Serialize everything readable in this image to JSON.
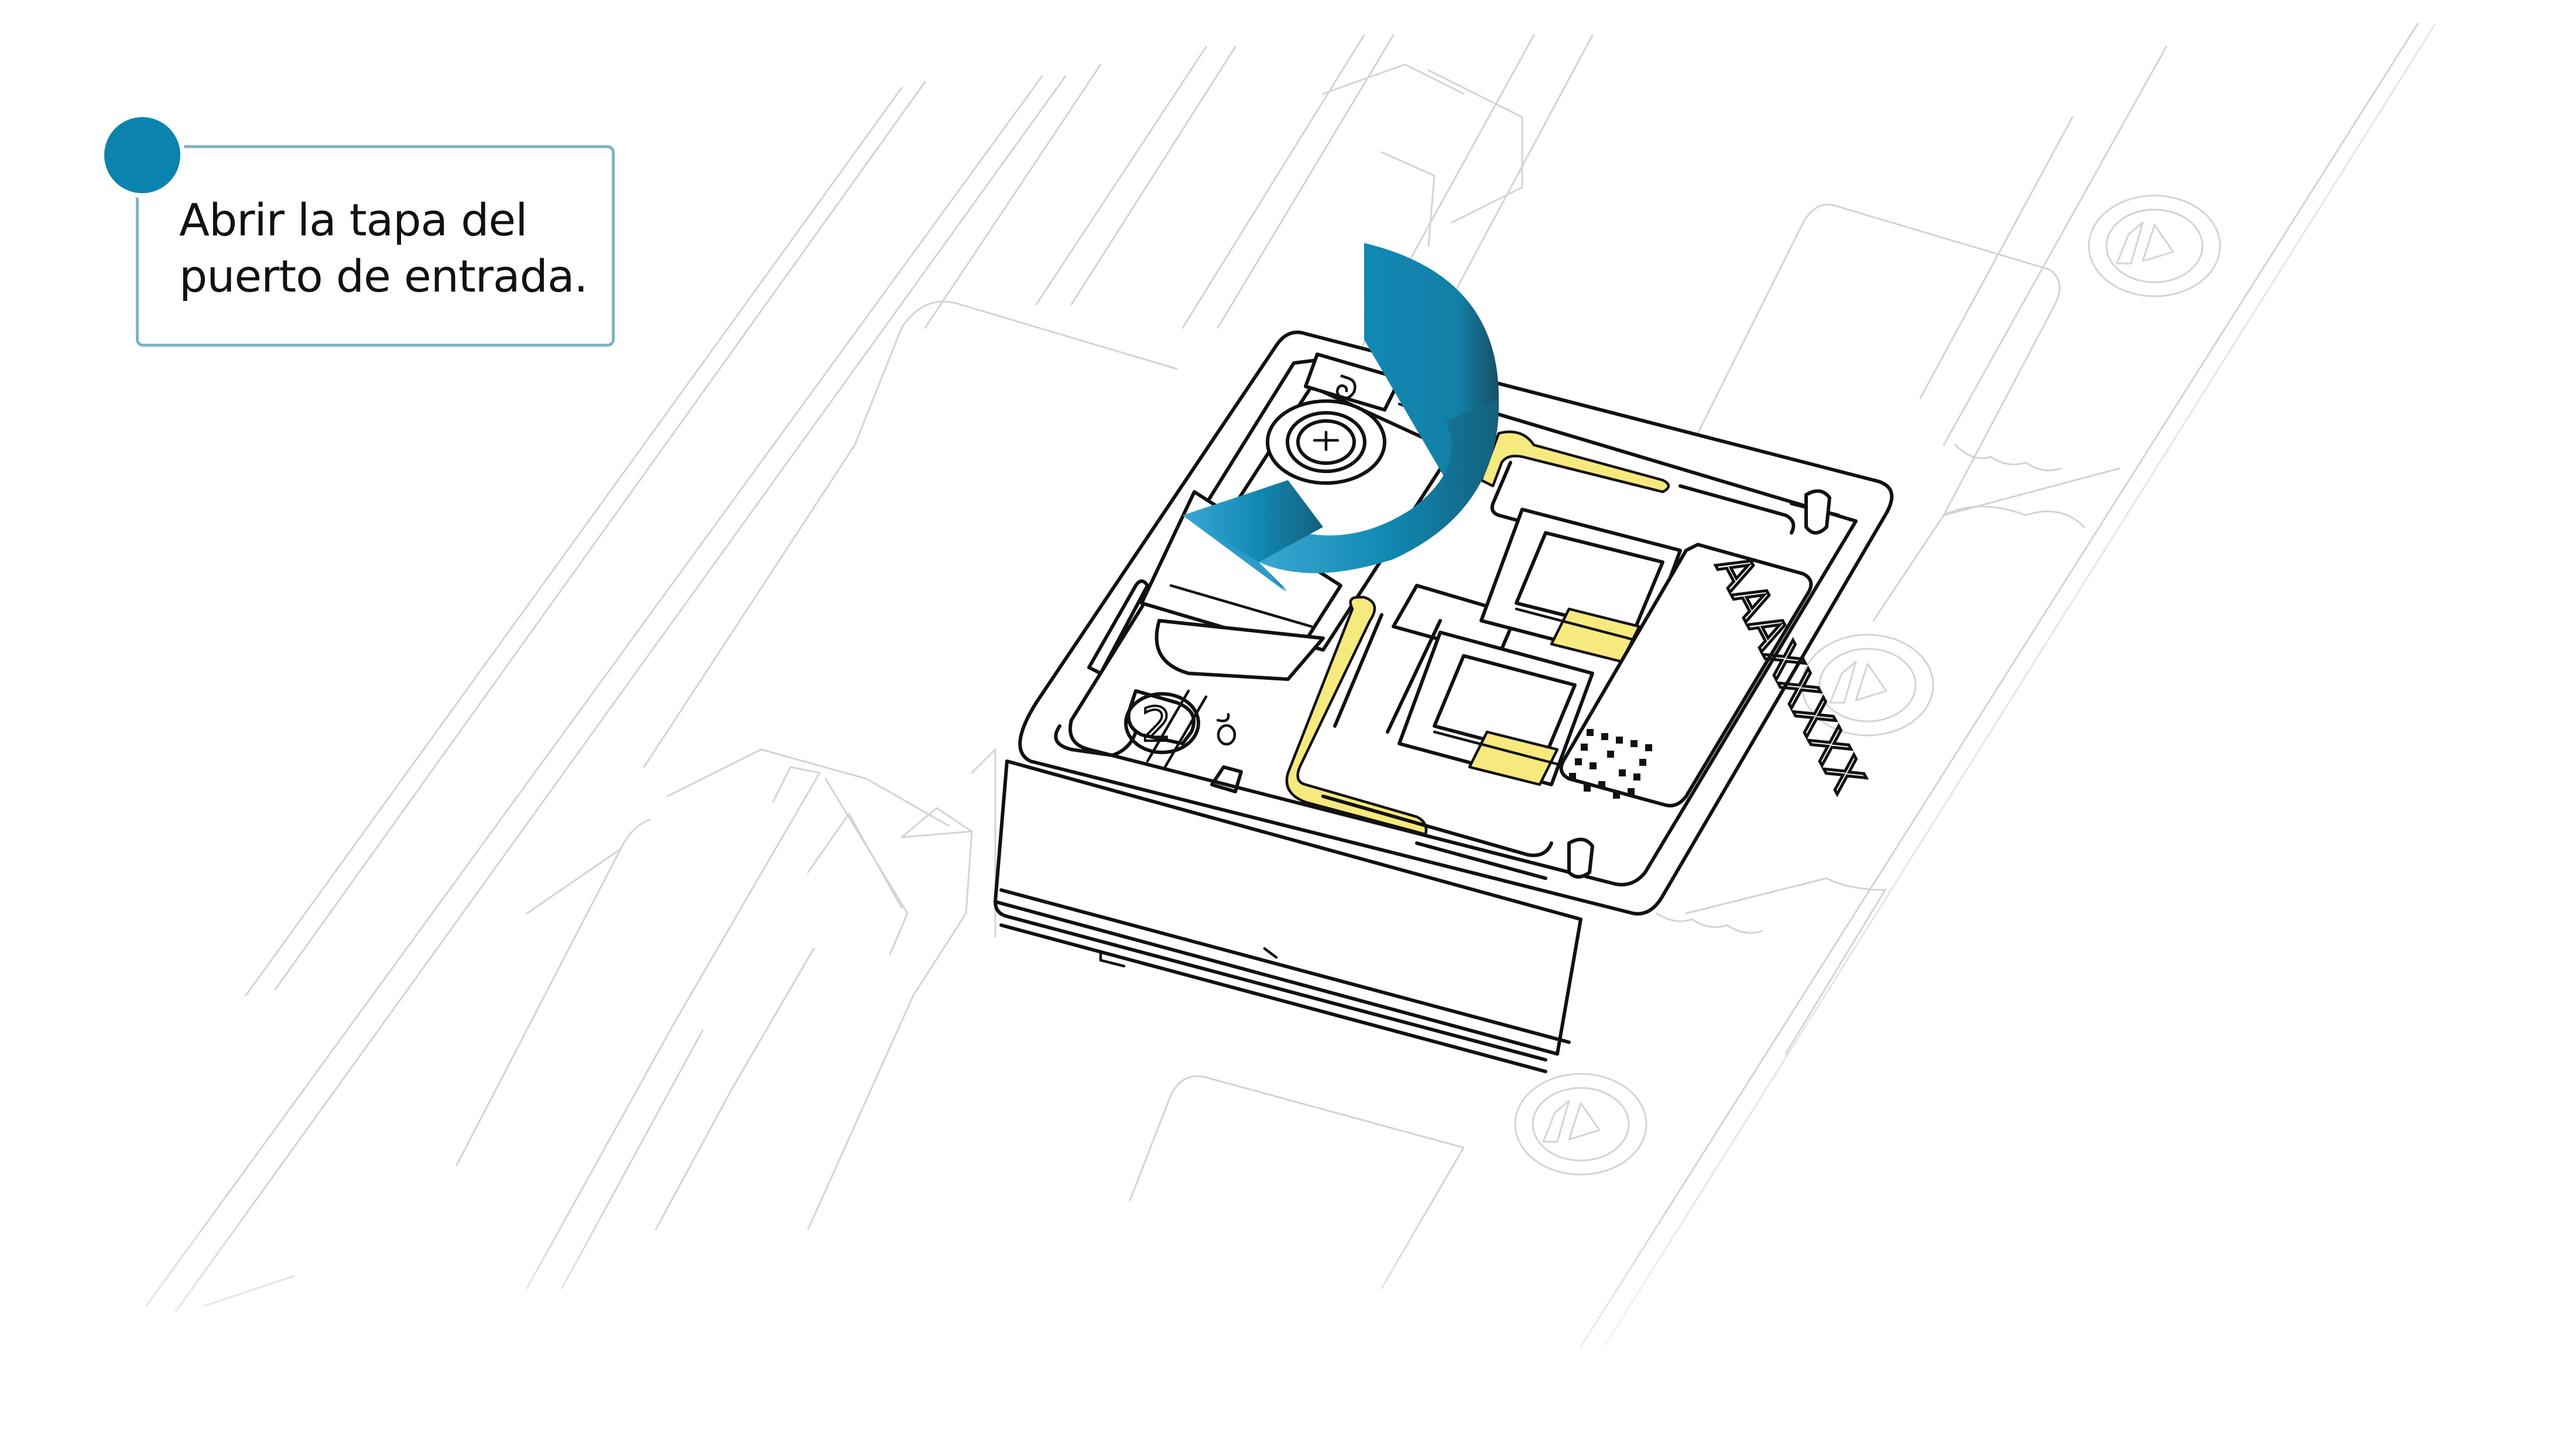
{
  "callout": {
    "step_marker_color": "#0A84AE",
    "border_color": "#7FB4C6",
    "text_lines": [
      "Abrir la tapa del",
      "puerto de entrada."
    ]
  },
  "illustration": {
    "subject": "flow cell in instrument tray",
    "chip_label": "AAAXXXXX",
    "port_marker": "2",
    "rotation_arrow": {
      "direction": "counter-clockwise",
      "color_start": "#2A9CC8",
      "color_end": "#1A6E8E"
    },
    "highlight_color": "#F6E97E",
    "background_icon": "play-pause-emblem"
  }
}
